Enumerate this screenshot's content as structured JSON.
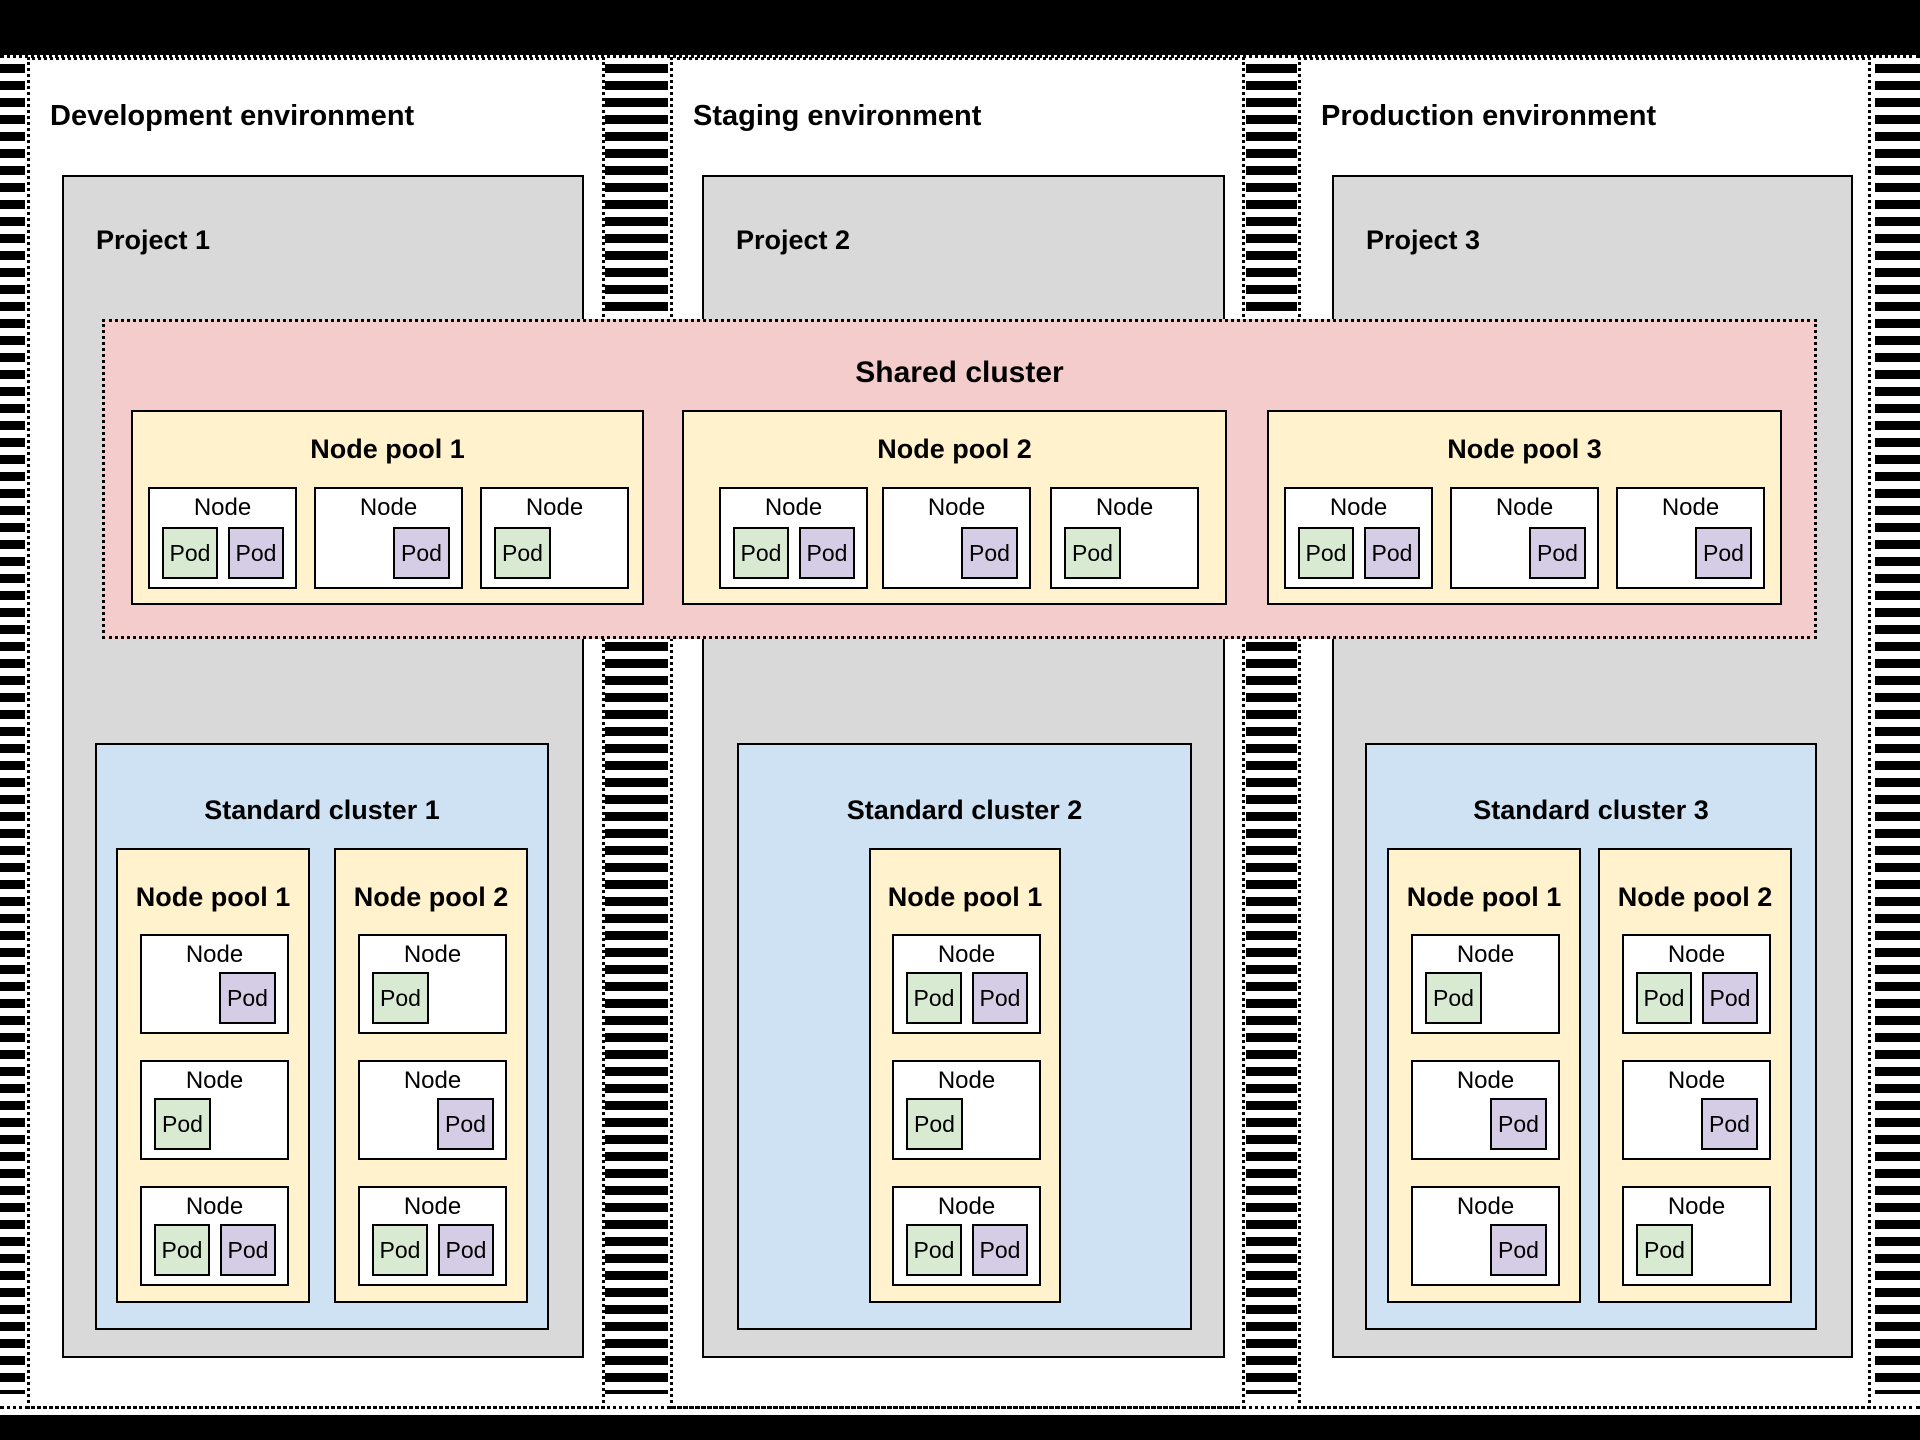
{
  "colors": {
    "project_gray": "#d9d9d9",
    "shared_cluster_pink": "#f4cccc",
    "node_pool_yellow": "#fff2cc",
    "standard_cluster_blue": "#cfe2f3",
    "pod_green": "#d9ead3",
    "pod_purple": "#d5cce6",
    "node_white": "#ffffff",
    "border_black": "#000000"
  },
  "shared_cluster": {
    "title": "Shared cluster",
    "node_pools": [
      {
        "title": "Node pool 1",
        "nodes": [
          {
            "label": "Node",
            "align": "left",
            "pods": [
              {
                "label": "Pod",
                "color": "green"
              },
              {
                "label": "Pod",
                "color": "purple"
              }
            ]
          },
          {
            "label": "Node",
            "align": "right",
            "pods": [
              {
                "label": "Pod",
                "color": "purple"
              }
            ]
          },
          {
            "label": "Node",
            "align": "left",
            "pods": [
              {
                "label": "Pod",
                "color": "green"
              }
            ]
          }
        ]
      },
      {
        "title": "Node pool 2",
        "nodes": [
          {
            "label": "Node",
            "align": "left",
            "pods": [
              {
                "label": "Pod",
                "color": "green"
              },
              {
                "label": "Pod",
                "color": "purple"
              }
            ]
          },
          {
            "label": "Node",
            "align": "right",
            "pods": [
              {
                "label": "Pod",
                "color": "purple"
              }
            ]
          },
          {
            "label": "Node",
            "align": "left",
            "pods": [
              {
                "label": "Pod",
                "color": "green"
              }
            ]
          }
        ]
      },
      {
        "title": "Node pool 3",
        "nodes": [
          {
            "label": "Node",
            "align": "left",
            "pods": [
              {
                "label": "Pod",
                "color": "green"
              },
              {
                "label": "Pod",
                "color": "purple"
              }
            ]
          },
          {
            "label": "Node",
            "align": "right",
            "pods": [
              {
                "label": "Pod",
                "color": "purple"
              }
            ]
          },
          {
            "label": "Node",
            "align": "right",
            "pods": [
              {
                "label": "Pod",
                "color": "purple"
              }
            ]
          }
        ]
      }
    ]
  },
  "environments": [
    {
      "title": "Development environment",
      "project": {
        "title": "Project 1",
        "standard_cluster": {
          "title": "Standard cluster 1",
          "node_pools": [
            {
              "title": "Node pool 1",
              "nodes": [
                {
                  "label": "Node",
                  "align": "right",
                  "pods": [
                    {
                      "label": "Pod",
                      "color": "purple"
                    }
                  ]
                },
                {
                  "label": "Node",
                  "align": "left",
                  "pods": [
                    {
                      "label": "Pod",
                      "color": "green"
                    }
                  ]
                },
                {
                  "label": "Node",
                  "align": "left",
                  "pods": [
                    {
                      "label": "Pod",
                      "color": "green"
                    },
                    {
                      "label": "Pod",
                      "color": "purple"
                    }
                  ]
                }
              ]
            },
            {
              "title": "Node pool 2",
              "nodes": [
                {
                  "label": "Node",
                  "align": "left",
                  "pods": [
                    {
                      "label": "Pod",
                      "color": "green"
                    }
                  ]
                },
                {
                  "label": "Node",
                  "align": "right",
                  "pods": [
                    {
                      "label": "Pod",
                      "color": "purple"
                    }
                  ]
                },
                {
                  "label": "Node",
                  "align": "left",
                  "pods": [
                    {
                      "label": "Pod",
                      "color": "green"
                    },
                    {
                      "label": "Pod",
                      "color": "purple"
                    }
                  ]
                }
              ]
            }
          ]
        }
      }
    },
    {
      "title": "Staging environment",
      "project": {
        "title": "Project 2",
        "standard_cluster": {
          "title": "Standard cluster 2",
          "node_pools": [
            {
              "title": "Node pool 1",
              "nodes": [
                {
                  "label": "Node",
                  "align": "left",
                  "pods": [
                    {
                      "label": "Pod",
                      "color": "green"
                    },
                    {
                      "label": "Pod",
                      "color": "purple"
                    }
                  ]
                },
                {
                  "label": "Node",
                  "align": "left",
                  "pods": [
                    {
                      "label": "Pod",
                      "color": "green"
                    }
                  ]
                },
                {
                  "label": "Node",
                  "align": "left",
                  "pods": [
                    {
                      "label": "Pod",
                      "color": "green"
                    },
                    {
                      "label": "Pod",
                      "color": "purple"
                    }
                  ]
                }
              ]
            }
          ]
        }
      }
    },
    {
      "title": "Production environment",
      "project": {
        "title": "Project 3",
        "standard_cluster": {
          "title": "Standard cluster 3",
          "node_pools": [
            {
              "title": "Node pool 1",
              "nodes": [
                {
                  "label": "Node",
                  "align": "left",
                  "pods": [
                    {
                      "label": "Pod",
                      "color": "green"
                    }
                  ]
                },
                {
                  "label": "Node",
                  "align": "right",
                  "pods": [
                    {
                      "label": "Pod",
                      "color": "purple"
                    }
                  ]
                },
                {
                  "label": "Node",
                  "align": "right",
                  "pods": [
                    {
                      "label": "Pod",
                      "color": "purple"
                    }
                  ]
                }
              ]
            },
            {
              "title": "Node pool 2",
              "nodes": [
                {
                  "label": "Node",
                  "align": "left",
                  "pods": [
                    {
                      "label": "Pod",
                      "color": "green"
                    },
                    {
                      "label": "Pod",
                      "color": "purple"
                    }
                  ]
                },
                {
                  "label": "Node",
                  "align": "right",
                  "pods": [
                    {
                      "label": "Pod",
                      "color": "purple"
                    }
                  ]
                },
                {
                  "label": "Node",
                  "align": "left",
                  "pods": [
                    {
                      "label": "Pod",
                      "color": "green"
                    }
                  ]
                }
              ]
            }
          ]
        }
      }
    }
  ]
}
